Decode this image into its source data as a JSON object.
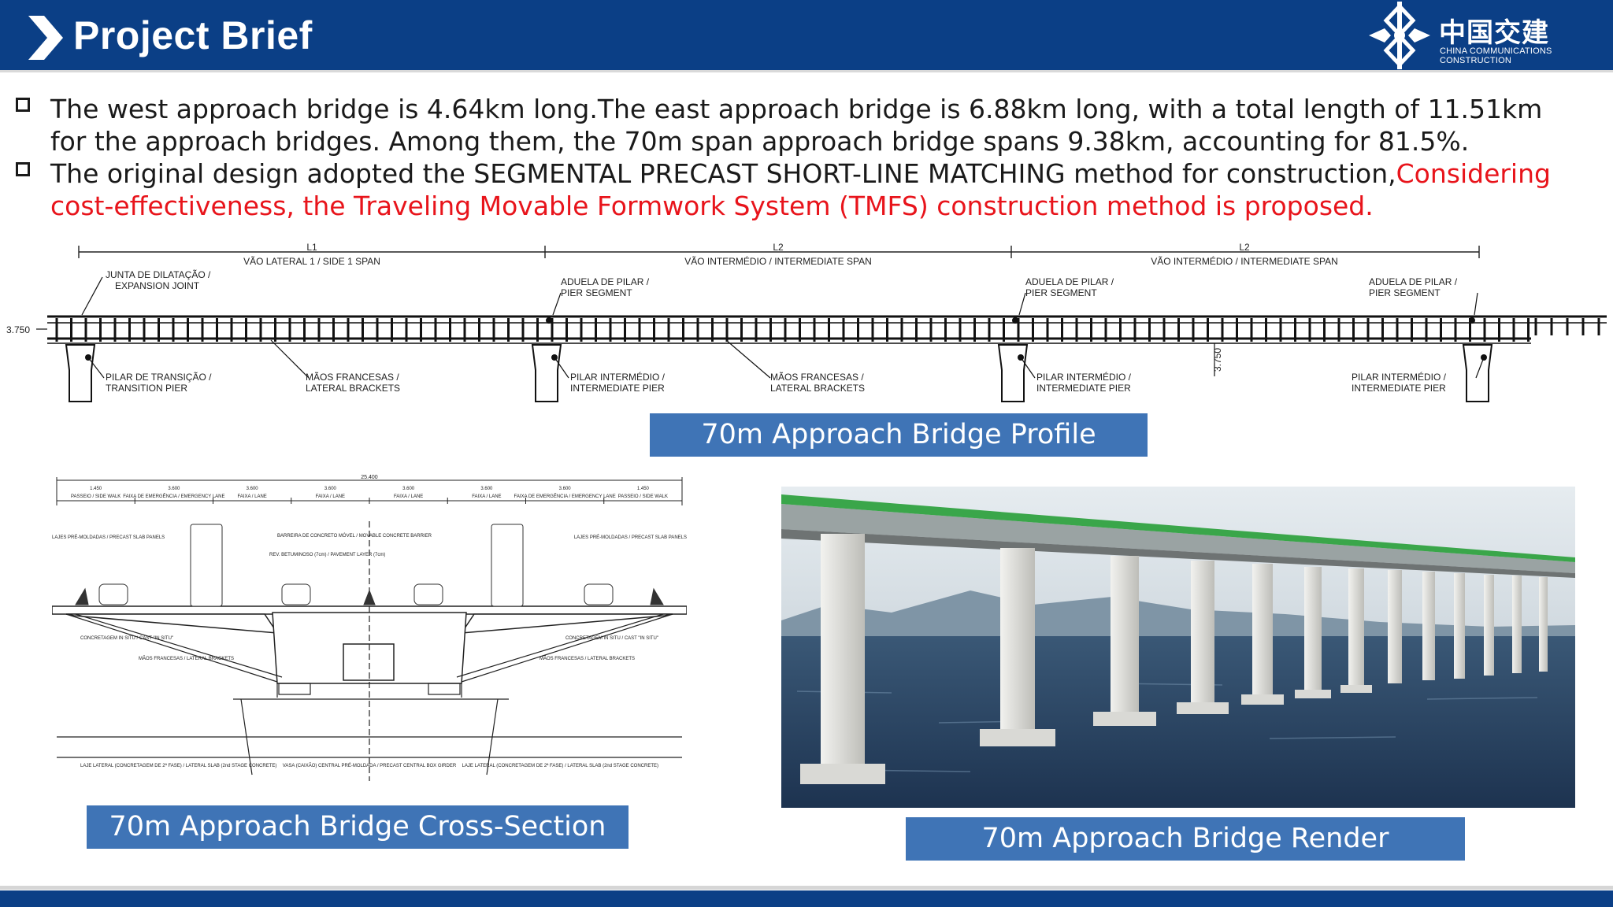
{
  "header": {
    "title": "Project Brief",
    "logo_cn": "中国交建",
    "logo_en": "CHINA COMMUNICATIONS CONSTRUCTION",
    "color": "#0b3f86"
  },
  "bullets": [
    {
      "text": "The west approach bridge is 4.64km long.The east approach bridge is 6.88km long, with a total length of 11.51km for the approach bridges. Among them, the 70m span approach bridge spans 9.38km, accounting for 81.5%.",
      "highlight": ""
    },
    {
      "text": "The original design adopted the SEGMENTAL PRECAST SHORT-LINE MATCHING method for construction,",
      "highlight": "Considering cost-effectiveness, the Traveling Movable Formwork System (TMFS) construction method is proposed."
    }
  ],
  "profile": {
    "caption": "70m Approach Bridge Profile",
    "dim_l1": "L1",
    "dim_l2a": "L2",
    "dim_l2b": "L2",
    "span_side": "VÃO LATERAL 1 / SIDE 1 SPAN",
    "span_inter_a": "VÃO INTERMÉDIO  / INTERMEDIATE SPAN",
    "span_inter_b": "VÃO INTERMÉDIO  / INTERMEDIATE SPAN",
    "joint_pt": "JUNTA DE DILATAÇÃO /",
    "joint_en": "EXPANSION JOINT",
    "pierseg_pt": "ADUELA DE PILAR /",
    "pierseg_en": "PIER SEGMENT",
    "trans_pt": "PILAR DE TRANSIÇÃO /",
    "trans_en": "TRANSITION PIER",
    "brackets_pt": "MÃOS FRANCESAS /",
    "brackets_en": "LATERAL BRACKETS",
    "inter_pt": "PILAR INTERMÉDIO /",
    "inter_en": "INTERMEDIATE PIER",
    "height": "3.750"
  },
  "cross_section": {
    "caption": "70m Approach Bridge Cross-Section",
    "total_width": "25.400",
    "lane_widths": [
      "1.450",
      "3.600",
      "3.600",
      "3.600",
      "3.600",
      "3.600",
      "3.600",
      "1.450"
    ],
    "lane_labels": [
      "PASSEIO / SIDE WALK",
      "FAIXA DE EMERGÊNCIA / EMERGENCY LANE",
      "FAIXA / LANE",
      "FAIXA / LANE",
      "FAIXA / LANE",
      "FAIXA / LANE",
      "FAIXA DE EMERGÊNCIA / EMERGENCY LANE",
      "PASSEIO / SIDE WALK"
    ],
    "precast_left": "LAJES PRÉ-MOLDADAS / PRECAST SLAB PANELS",
    "precast_right": "LAJES PRÉ-MOLDADAS / PRECAST SLAB PANELS",
    "barrier": "BARREIRA DE CONCRETO MÓVEL / MOVABLE CONCRETE BARRIER",
    "pavement": "REV. BETUMINOSO (7cm) / PAVEMENT LAYER (7cm)",
    "insitu_left": "CONCRETAGEM IN SITU / CAST \"IN SITU\"",
    "insitu_right": "CONCRETAGEM IN SITU / CAST \"IN SITU\"",
    "brackets_left": "MÃOS FRANCESAS / LATERAL BRACKETS",
    "brackets_right": "MÃOS FRANCESAS / LATERAL BRACKETS",
    "bottom_left": "LAJE LATERAL (CONCRETAGEM DE 2ª FASE) / LATERAL SLAB (2nd STAGE CONCRETE)",
    "bottom_center": "VASA (CAIXÃO) CENTRAL PRÉ-MOLDADA / PRECAST CENTRAL BOX GIRDER",
    "bottom_right": "LAJE LATERAL (CONCRETAGEM DE 2ª FASE) / LATERAL SLAB (2nd STAGE CONCRETE)"
  },
  "render": {
    "caption": "70m Approach Bridge Render"
  }
}
